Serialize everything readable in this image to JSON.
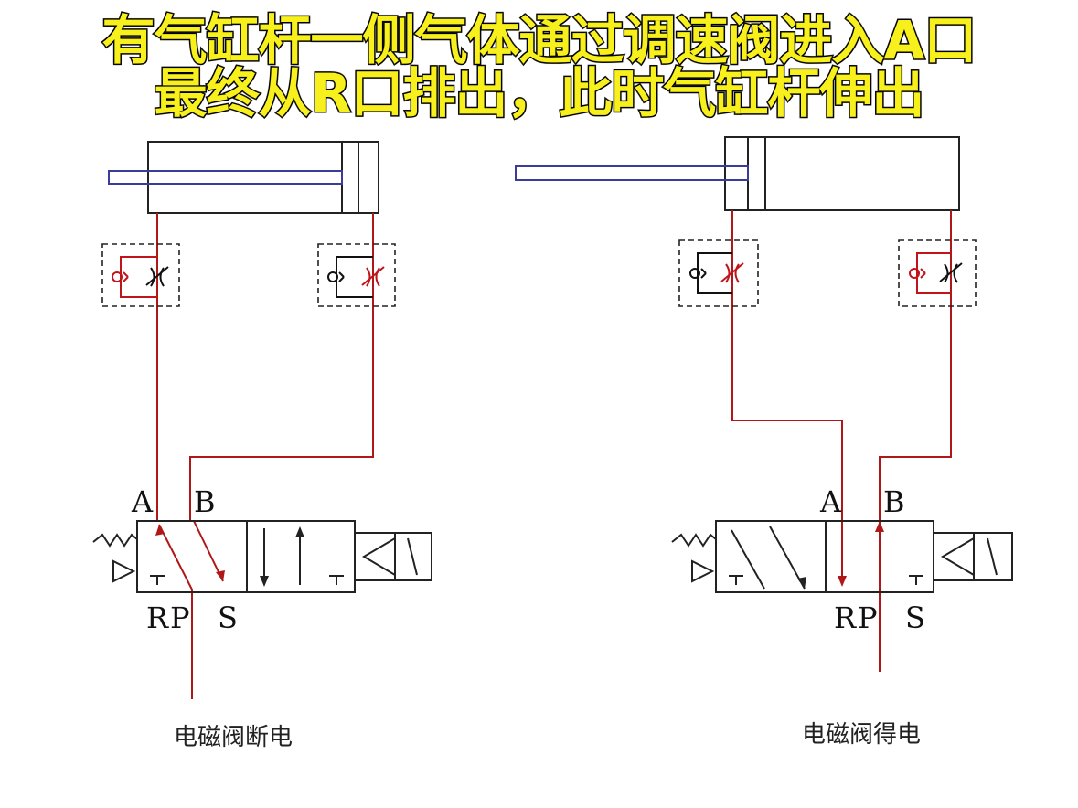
{
  "header": {
    "title_line1": "有气缸杆一侧气体通过调速阀进入A口",
    "title_line2": "最终从R口排出，此时气缸杆伸出"
  },
  "left_circuit": {
    "caption": "电磁阀断电",
    "port_a": "A",
    "port_b": "B",
    "port_r": "R",
    "port_p": "P",
    "port_s": "S"
  },
  "right_circuit": {
    "caption": "电磁阀得电",
    "port_a": "A",
    "port_b": "B",
    "port_r": "R",
    "port_p": "P",
    "port_s": "S"
  },
  "colors": {
    "title_fill": "#f7f01c",
    "title_outline": "#151515",
    "flow_line": "#b01818",
    "piston_rod": "#3b3b9a"
  }
}
